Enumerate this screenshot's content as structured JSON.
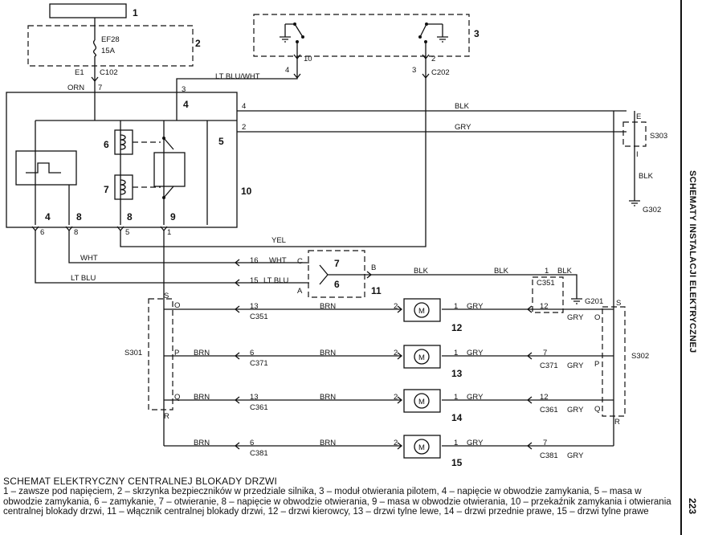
{
  "labels": {
    "fuse_id": "EF28",
    "fuse_rating": "15A",
    "e1": "E1",
    "c102": "C102",
    "orn": "ORN",
    "pin7": "7",
    "pin3": "3",
    "lt_blu_wht": "LT BLU/WHT",
    "p10": "10",
    "p2": "2",
    "p4": "4",
    "p3b": "3",
    "c202": "C202",
    "blk": "BLK",
    "gry": "GRY",
    "e": "E",
    "i": "I",
    "s303": "S303",
    "g302": "G302",
    "pin4r": "4",
    "pin2r": "2",
    "p6": "6",
    "p8": "8",
    "p5": "5",
    "p1": "1",
    "yel": "YEL",
    "wht": "WHT",
    "lt_blu": "LT BLU",
    "p16": "16",
    "p15": "15",
    "c": "C",
    "a": "A",
    "b": "B",
    "c351": "C351",
    "g201": "G201",
    "p12": "12",
    "brn": "BRN",
    "p13": "13",
    "s_l": "S",
    "o_l": "O",
    "p_l": "P",
    "q_l": "Q",
    "r_l": "R",
    "s301": "S301",
    "s302": "S302",
    "c371": "C371",
    "c361": "C361",
    "c381": "C381",
    "p7": "7",
    "m": "M"
  },
  "components": {
    "c1": "1",
    "c2": "2",
    "c3": "3",
    "c4": "4",
    "c5": "5",
    "c6": "6",
    "c7": "7",
    "c8": "8",
    "c9": "9",
    "c10": "10",
    "c11": "11",
    "c12": "12",
    "c13": "13",
    "c14": "14",
    "c15": "15"
  },
  "caption": {
    "title": "SCHEMAT ELEKTRYCZNY CENTRALNEJ BLOKADY DRZWI",
    "body": "1 – zawsze pod napięciem, 2 – skrzynka bezpieczników w przedziale silnika, 3 – moduł otwierania pilotem, 4 – napięcie w obwodzie zamykania, 5 – masa w obwodzie zamykania, 6 – zamykanie, 7 – otwieranie, 8 – napięcie w obwodzie otwierania, 9 – masa w obwodzie otwierania, 10 – przekaźnik zamykania i otwierania centralnej blokady drzwi, 11 – włącznik centralnej blokady drzwi, 12 – drzwi kierowcy, 13 – drzwi tylne lewe, 14 – drzwi przednie prawe, 15 – drzwi tylne prawe"
  },
  "side": {
    "title": "SCHEMATY INSTALACJI ELEKTRYCZNEJ",
    "page_number": "223"
  }
}
